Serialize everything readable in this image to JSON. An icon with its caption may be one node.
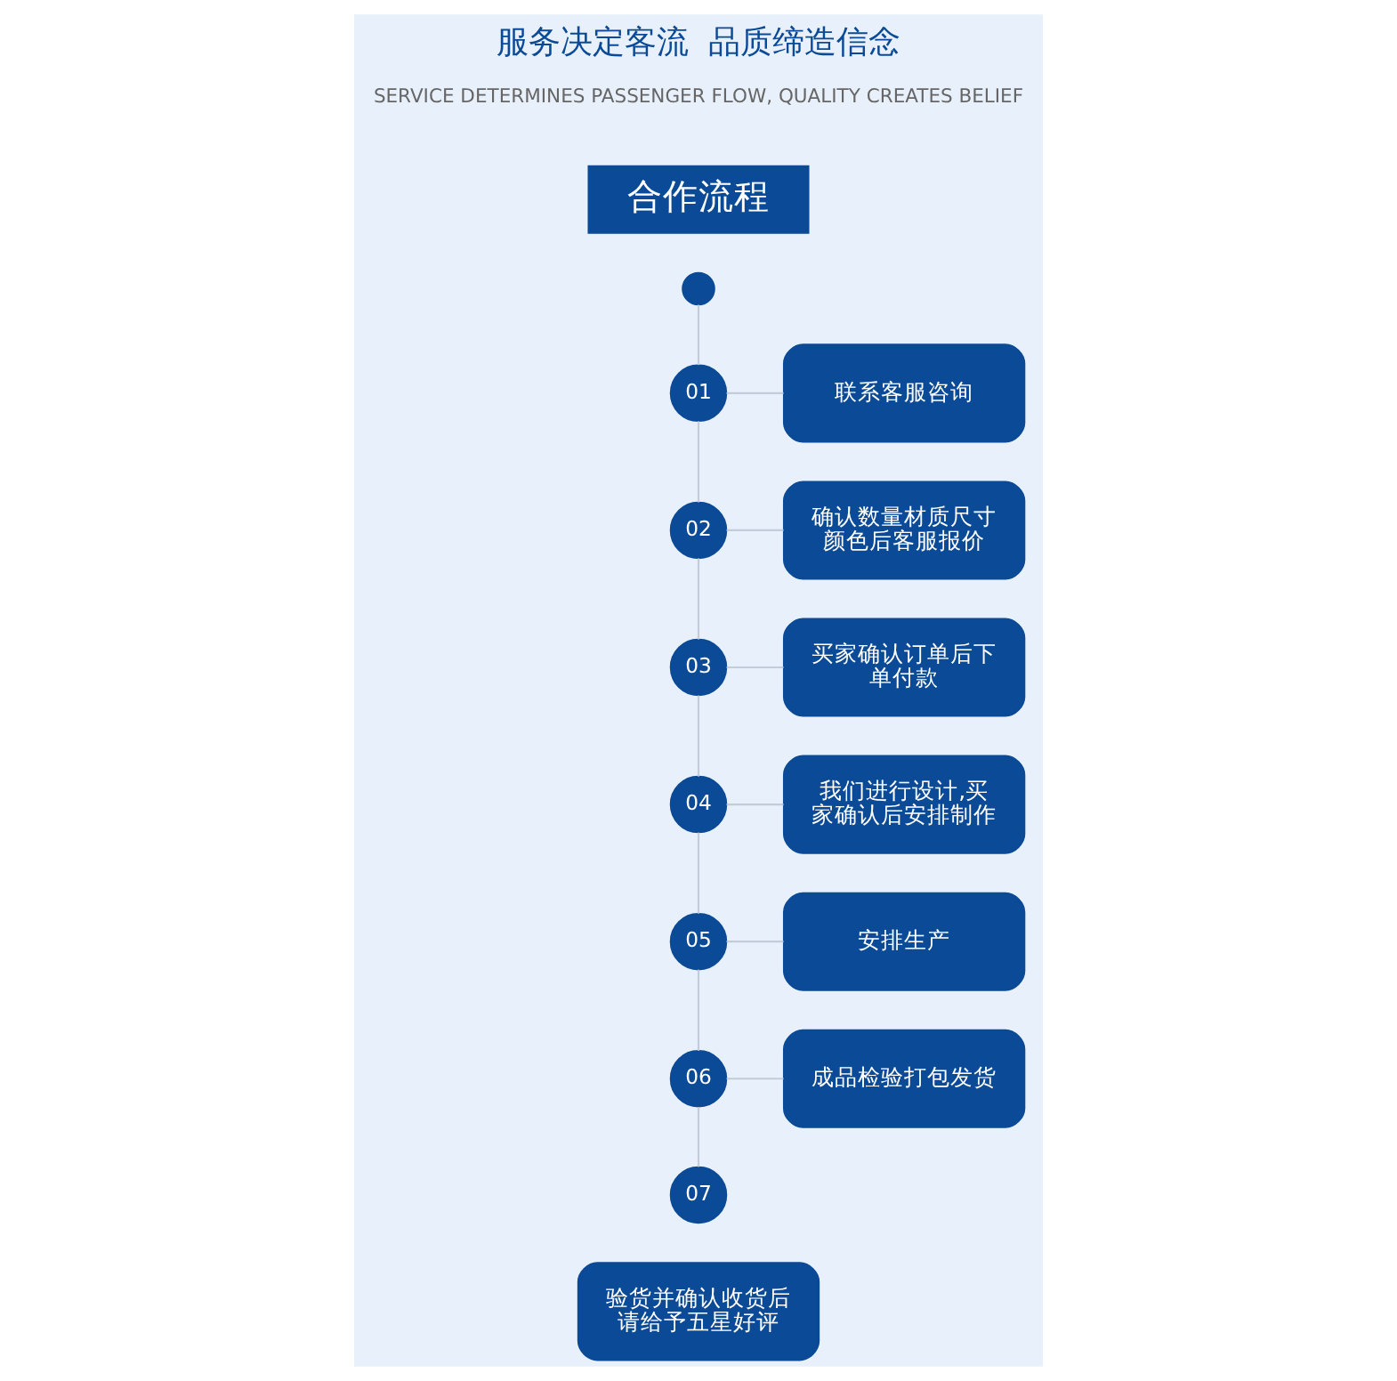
{
  "diagram": {
    "title": "服务决定客流  品质缔造信念",
    "nodes": [
      {
        "text": [
          "合作流程"
        ]
      },
      {
        "text": [],
        "shape": "circle"
      },
      {
        "text": [
          "联系客服咨询"
        ]
      },
      {
        "text": [
          "01"
        ]
      },
      {
        "text": [
          "02"
        ]
      },
      {
        "text": [
          "确认数量材质尺寸颜色后客服报价"
        ]
      },
      {
        "text": [
          "买家确认订单后下单付款"
        ]
      },
      {
        "text": [
          "03"
        ]
      },
      {
        "text": [
          "04"
        ]
      },
      {
        "text": [
          "我们进行设计,买家确认后安排制作"
        ]
      },
      {
        "text": [
          "安排生产"
        ]
      },
      {
        "text": [
          "05"
        ]
      },
      {
        "text": [
          "06"
        ]
      },
      {
        "text": [
          "成品检验打包发货"
        ]
      },
      {
        "text": [
          "07"
        ]
      },
      {
        "text": [
          "验货并确认收货后请给予五星好评"
        ]
      }
    ],
    "edges": [
      {
        "from": 1,
        "to": 3,
        "arrow": "none"
      },
      {
        "from": 3,
        "to": 2,
        "arrow": "none"
      },
      {
        "from": 3,
        "to": 4,
        "arrow": "none"
      },
      {
        "from": 4,
        "to": 5,
        "arrow": "none"
      },
      {
        "from": 4,
        "to": 7,
        "arrow": "none"
      },
      {
        "from": 7,
        "to": 6,
        "arrow": "none"
      },
      {
        "from": 7,
        "to": 8,
        "arrow": "none"
      },
      {
        "from": 8,
        "to": 9,
        "arrow": "none"
      },
      {
        "from": 8,
        "to": 11,
        "arrow": "none"
      },
      {
        "from": 11,
        "to": 10,
        "arrow": "none"
      },
      {
        "from": 11,
        "to": 12,
        "arrow": "none"
      },
      {
        "from": 12,
        "to": 13,
        "arrow": "none"
      },
      {
        "from": 12,
        "to": 14,
        "arrow": "none"
      }
    ],
    "labels": [
      "SERVICE DETERMINES PASSENGER FLOW, QUALITY CREATES BELIEF"
    ]
  }
}
